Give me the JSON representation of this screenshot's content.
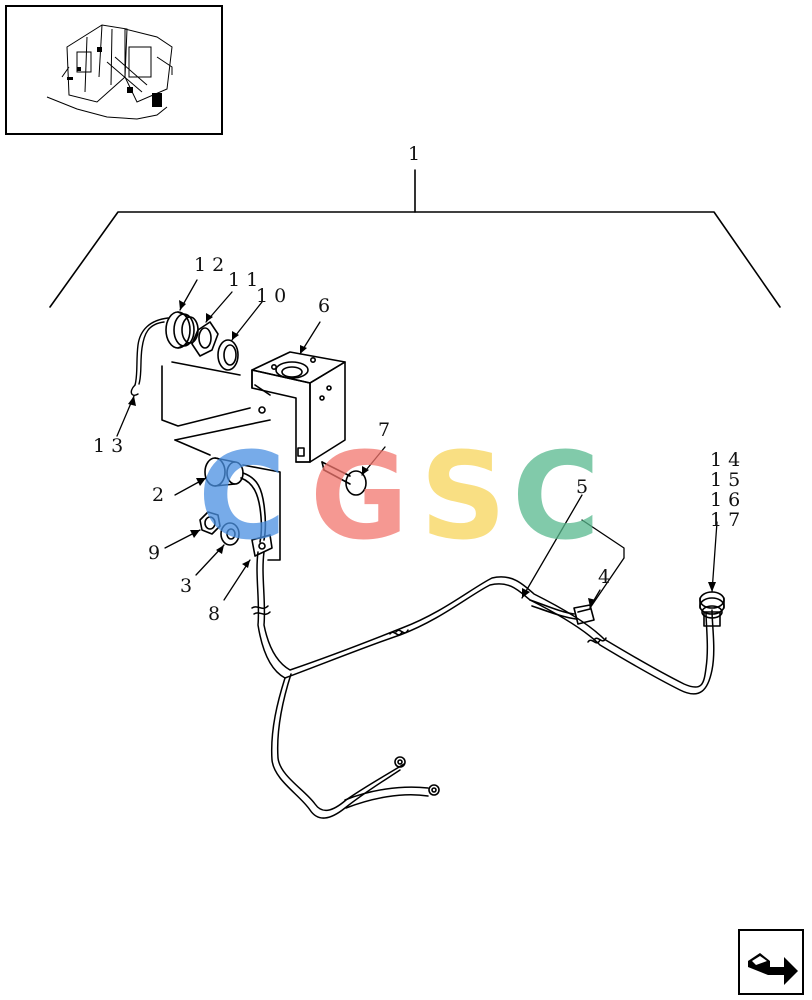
{
  "callouts": {
    "c1": "1",
    "c2": "2",
    "c3": "3",
    "c4": "4",
    "c5": "5",
    "c6": "6",
    "c7": "7",
    "c8": "8",
    "c9": "9",
    "c10": "10",
    "c11": "11",
    "c12": "12",
    "c13": "13",
    "c14": "14",
    "c15": "15",
    "c16": "16",
    "c17": "17"
  },
  "watermark": {
    "letters": [
      "C",
      "G",
      "S",
      "C"
    ],
    "colors": [
      "#4a90e2",
      "#f2766e",
      "#f7d55a",
      "#58b98e"
    ]
  },
  "icons": {
    "thumbnail": "machine-overview-thumbnail",
    "nav": "next-page-arrow-icon"
  }
}
